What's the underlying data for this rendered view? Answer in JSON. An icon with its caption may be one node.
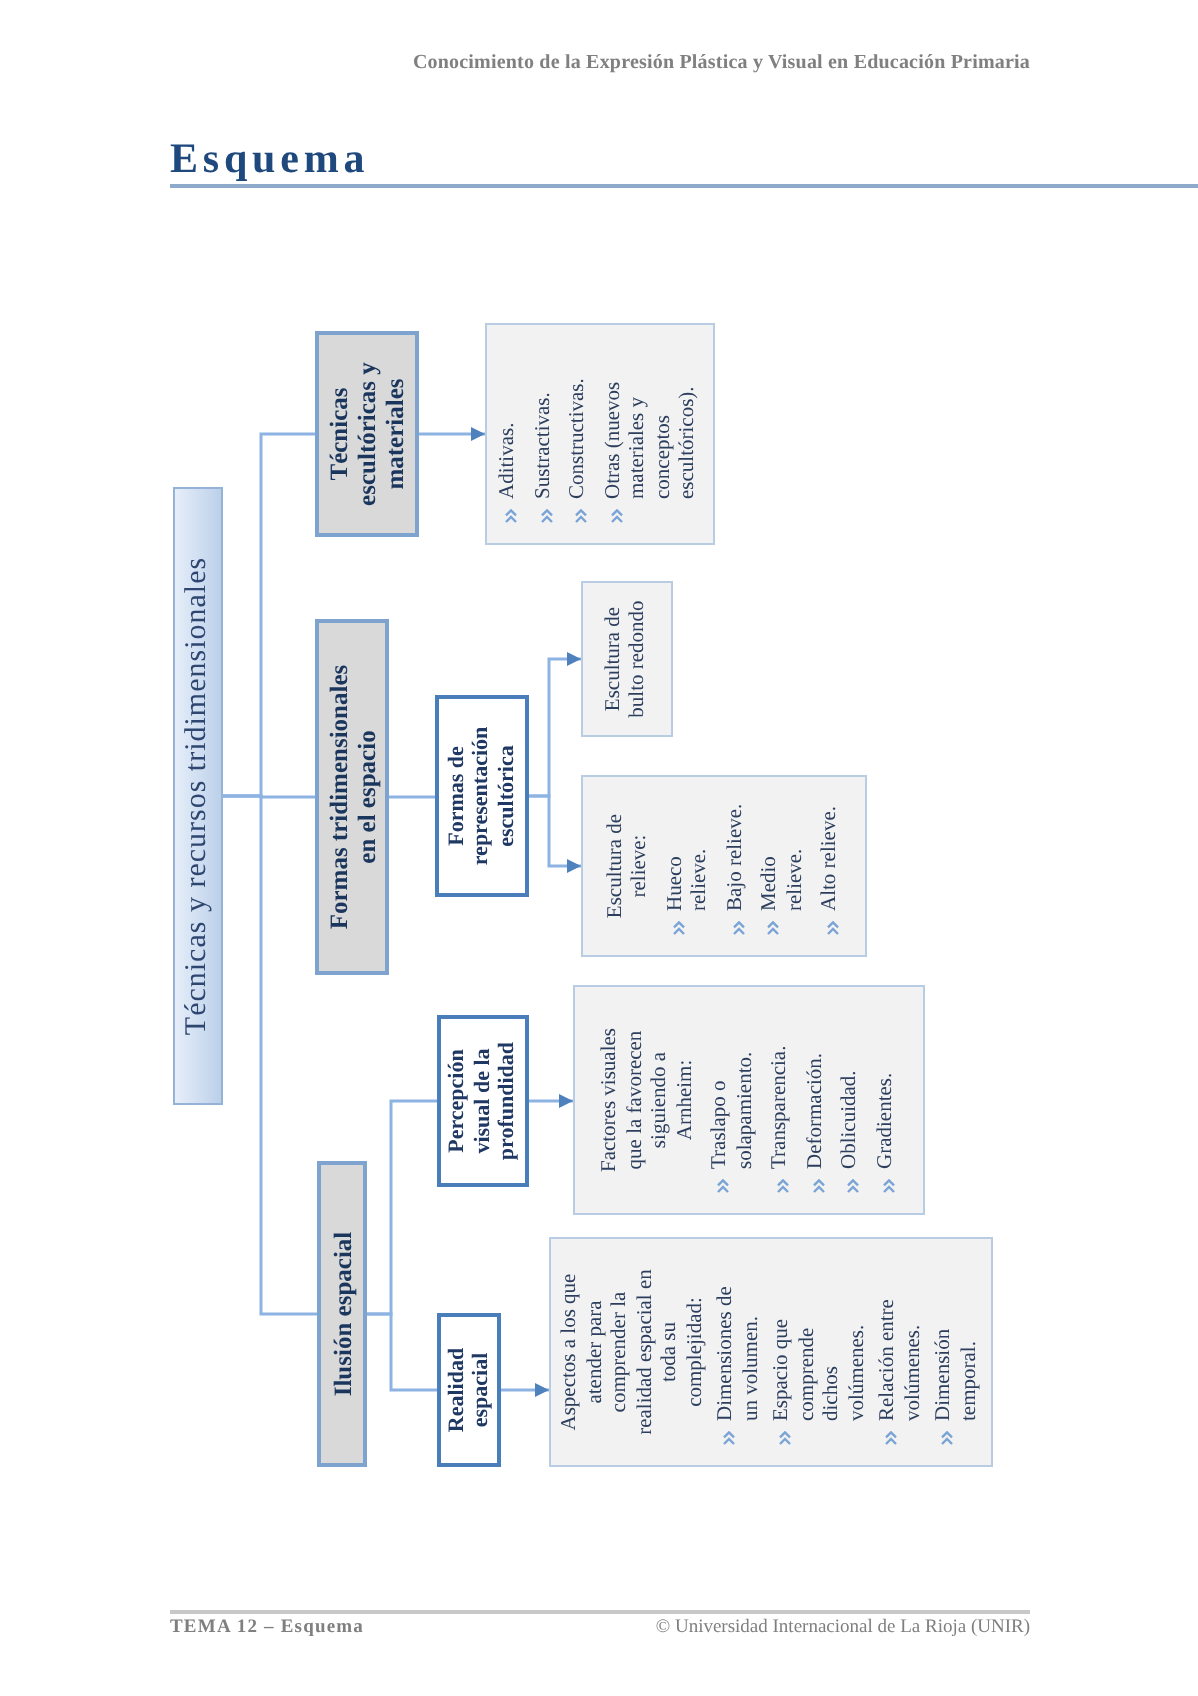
{
  "diagram": {
    "title": "Esquema",
    "nodes": [
      {
        "text": [
          "Técnicas y recursos tridimensionales"
        ]
      },
      {
        "text": [
          "Técnicas escultóricas y materiales"
        ]
      },
      {
        "text": [
          "Aditivas.",
          "Sustractivas.",
          "Constructivas.",
          "Otras (nuevos materiales y conceptos escultóricos)."
        ]
      },
      {
        "text": [
          "Formas tridimensionales en el espacio"
        ]
      },
      {
        "text": [
          "Formas de representación escultórica"
        ]
      },
      {
        "text": [
          "Escultura de bulto redondo"
        ]
      },
      {
        "text": [
          "Escultura de relieve:",
          "Hueco relieve.",
          "Bajo relieve.",
          "Medio relieve.",
          "Alto relieve."
        ]
      },
      {
        "text": [
          "Ilusión espacial"
        ]
      },
      {
        "text": [
          "Percepción visual de la profundidad"
        ]
      },
      {
        "text": [
          "Factores visuales que la favorecen siguiendo a Arnheim:",
          "Traslapo o solapamiento.",
          "Transparencia.",
          "Deformación.",
          "Oblicuidad.",
          "Gradientes."
        ]
      },
      {
        "text": [
          "Realidad espacial"
        ]
      },
      {
        "text": [
          "Aspectos a los que atender para comprender la realidad espacial en toda su complejidad:",
          "Dimensiones de un volumen.",
          "Espacio que comprende dichos volúmenes.",
          "Relación entre volúmenes.",
          "Dimensión temporal."
        ]
      }
    ],
    "edges": [
      {
        "from": 0,
        "to": 1,
        "arrow": "none"
      },
      {
        "from": 0,
        "to": 3,
        "arrow": "none"
      },
      {
        "from": 0,
        "to": 7,
        "arrow": "none"
      },
      {
        "from": 1,
        "to": 2,
        "arrow": "to"
      },
      {
        "from": 3,
        "to": 4,
        "arrow": "none"
      },
      {
        "from": 4,
        "to": 5,
        "arrow": "to"
      },
      {
        "from": 4,
        "to": 6,
        "arrow": "to"
      },
      {
        "from": 7,
        "to": 8,
        "arrow": "none"
      },
      {
        "from": 7,
        "to": 10,
        "arrow": "none"
      },
      {
        "from": 8,
        "to": 9,
        "arrow": "to"
      },
      {
        "from": 10,
        "to": 11,
        "arrow": "to"
      }
    ],
    "labels": [
      "Conocimiento de la Expresión Plástica y Visual en Educación Primaria",
      "TEMA 12 – Esquema",
      "© Universidad Internacional de La Rioja (UNIR)"
    ]
  }
}
